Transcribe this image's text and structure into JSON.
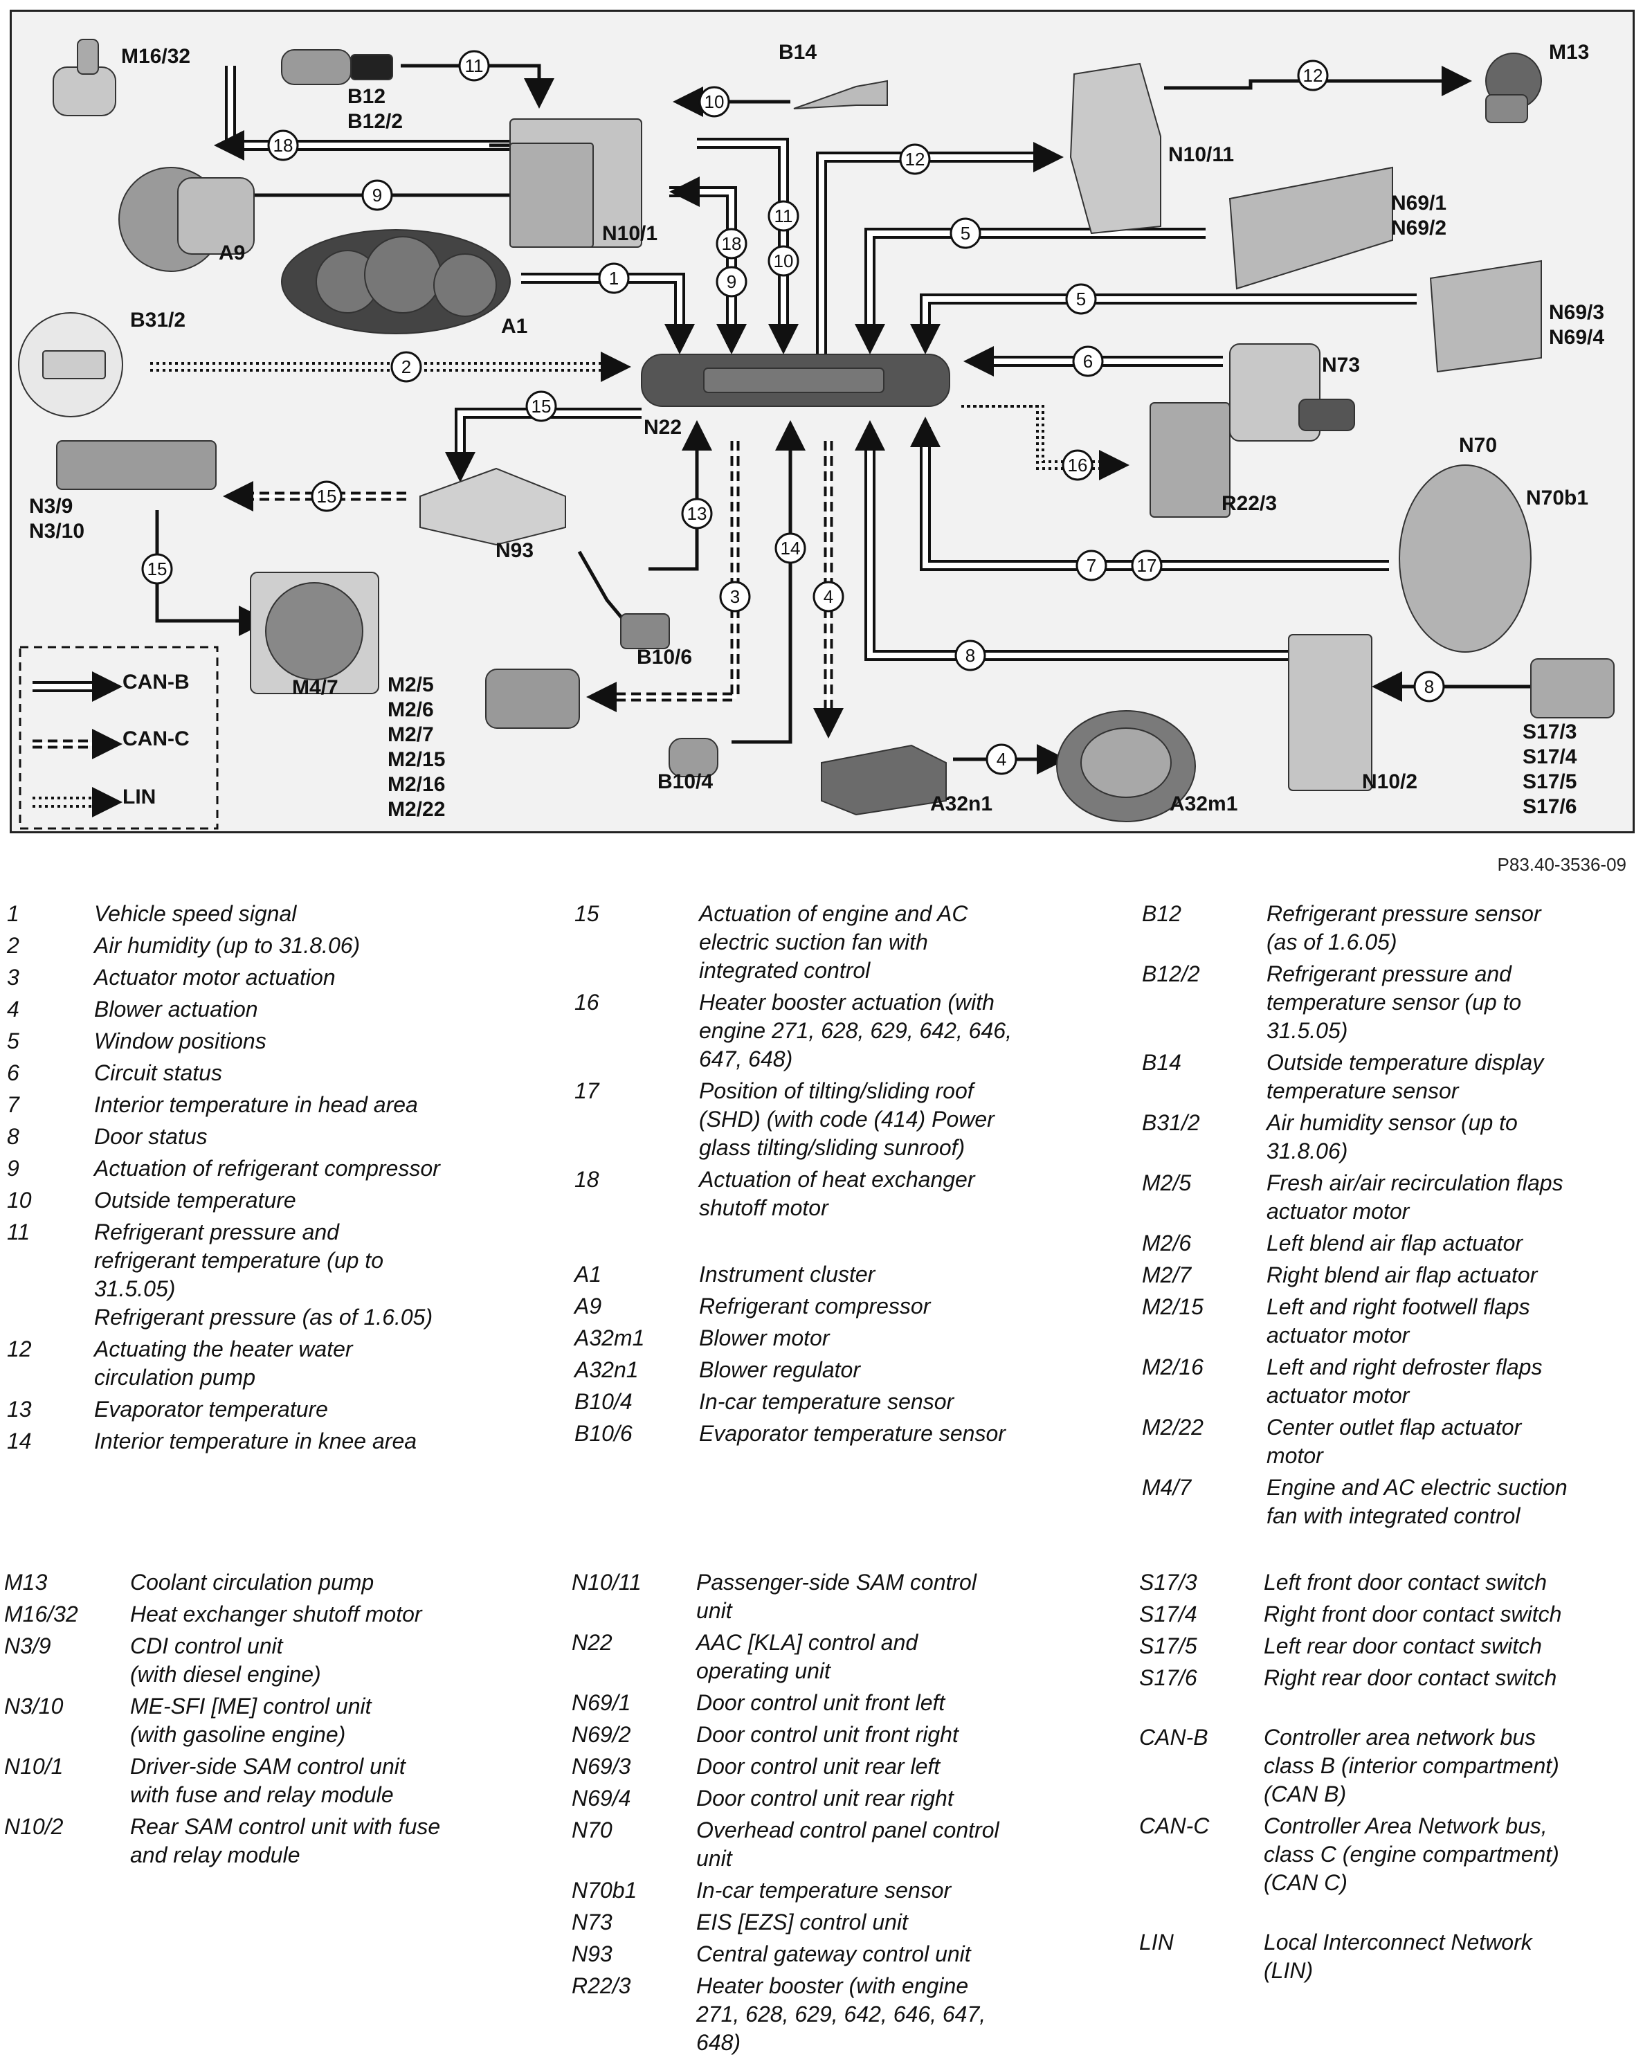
{
  "figure_code": "P83.40-3536-09",
  "components": {
    "M16_32": "M16/32",
    "B12": "B12\nB12/2",
    "B14": "B14",
    "M13": "M13",
    "N10_11": "N10/11",
    "A9": "A9",
    "N10_1": "N10/1",
    "N69_12": "N69/1\nN69/2",
    "N69_34": "N69/3\nN69/4",
    "A1": "A1",
    "B31_2": "B31/2",
    "N73": "N73",
    "N22": "N22",
    "N3_9": "N3/9\nN3/10",
    "N93": "N93",
    "N70": "N70",
    "N70b1": "N70b1",
    "R22_3": "R22/3",
    "M4_7": "M4/7",
    "B10_6": "B10/6",
    "M2_group": "M2/5\nM2/6\nM2/7\nM2/15\nM2/16\nM2/22",
    "B10_4": "B10/4",
    "A32n1": "A32n1",
    "A32m1": "A32m1",
    "N10_2": "N10/2",
    "S17_group": "S17/3\nS17/4\nS17/5\nS17/6"
  },
  "bus_legend": [
    {
      "label": "CAN-B"
    },
    {
      "label": "CAN-C"
    },
    {
      "label": "LIN"
    }
  ],
  "signal_numbers": [
    "1",
    "2",
    "3",
    "4",
    "5",
    "6",
    "7",
    "8",
    "9",
    "10",
    "11",
    "12",
    "13",
    "14",
    "15",
    "16",
    "17",
    "18"
  ],
  "legend": {
    "col1a": [
      {
        "code": "1",
        "desc": "Vehicle speed signal"
      },
      {
        "code": "2",
        "desc": "Air humidity (up to 31.8.06)"
      },
      {
        "code": "3",
        "desc": "Actuator motor actuation"
      },
      {
        "code": "4",
        "desc": "Blower actuation"
      },
      {
        "code": "5",
        "desc": "Window positions"
      },
      {
        "code": "6",
        "desc": "Circuit status"
      },
      {
        "code": "7",
        "desc": "Interior temperature in head area"
      },
      {
        "code": "8",
        "desc": "Door status"
      },
      {
        "code": "9",
        "desc": "Actuation of refrigerant compressor"
      },
      {
        "code": "10",
        "desc": "Outside temperature"
      },
      {
        "code": "11",
        "desc": "Refrigerant pressure and\nrefrigerant temperature (up to\n31.5.05)\nRefrigerant pressure (as of 1.6.05)"
      },
      {
        "code": "12",
        "desc": "Actuating the heater water\ncirculation pump"
      },
      {
        "code": "13",
        "desc": "Evaporator temperature"
      },
      {
        "code": "14",
        "desc": "Interior temperature in knee area"
      }
    ],
    "col2a": [
      {
        "code": "15",
        "desc": "Actuation of engine and AC\nelectric suction fan with\nintegrated control"
      },
      {
        "code": "16",
        "desc": "Heater booster actuation (with\nengine 271, 628, 629, 642, 646,\n647, 648)"
      },
      {
        "code": "17",
        "desc": "Position of tilting/sliding roof\n(SHD) (with code (414) Power\nglass tilting/sliding sunroof)"
      },
      {
        "code": "18",
        "desc": "Actuation of heat exchanger\nshutoff motor"
      },
      {
        "code": "A1",
        "desc": "Instrument cluster"
      },
      {
        "code": "A9",
        "desc": "Refrigerant compressor"
      },
      {
        "code": "A32m1",
        "desc": "Blower motor"
      },
      {
        "code": "A32n1",
        "desc": "Blower regulator"
      },
      {
        "code": "B10/4",
        "desc": "In-car temperature sensor"
      },
      {
        "code": "B10/6",
        "desc": "Evaporator temperature sensor"
      }
    ],
    "col3a": [
      {
        "code": "B12",
        "desc": "Refrigerant pressure sensor\n(as of 1.6.05)"
      },
      {
        "code": "B12/2",
        "desc": "Refrigerant pressure and\ntemperature sensor (up to\n31.5.05)"
      },
      {
        "code": "B14",
        "desc": "Outside temperature display\ntemperature sensor"
      },
      {
        "code": "B31/2",
        "desc": "Air humidity sensor (up to\n31.8.06)"
      },
      {
        "code": "M2/5",
        "desc": "Fresh air/air recirculation flaps\nactuator motor"
      },
      {
        "code": "M2/6",
        "desc": "Left blend air flap actuator"
      },
      {
        "code": "M2/7",
        "desc": "Right blend air flap actuator"
      },
      {
        "code": "M2/15",
        "desc": "Left and right footwell flaps\nactuator motor"
      },
      {
        "code": "M2/16",
        "desc": "Left and right defroster flaps\nactuator motor"
      },
      {
        "code": "M2/22",
        "desc": "Center outlet flap actuator\nmotor"
      },
      {
        "code": "M4/7",
        "desc": "Engine and AC electric suction\nfan with integrated control"
      }
    ],
    "col1b": [
      {
        "code": "M13",
        "desc": "Coolant circulation pump"
      },
      {
        "code": "M16/32",
        "desc": "Heat exchanger shutoff motor"
      },
      {
        "code": "N3/9",
        "desc": "CDI control unit\n(with diesel engine)"
      },
      {
        "code": "N3/10",
        "desc": "ME-SFI [ME] control unit\n(with gasoline engine)"
      },
      {
        "code": "N10/1",
        "desc": "Driver-side SAM control unit\nwith fuse and relay module"
      },
      {
        "code": "N10/2",
        "desc": "Rear SAM control unit with fuse\nand relay module"
      }
    ],
    "col2b": [
      {
        "code": "N10/11",
        "desc": "Passenger-side SAM control\nunit"
      },
      {
        "code": "N22",
        "desc": "AAC [KLA] control and\noperating unit"
      },
      {
        "code": "N69/1",
        "desc": "Door control unit front left"
      },
      {
        "code": "N69/2",
        "desc": "Door control unit front right"
      },
      {
        "code": "N69/3",
        "desc": "Door control unit rear left"
      },
      {
        "code": "N69/4",
        "desc": "Door control unit rear right"
      },
      {
        "code": "N70",
        "desc": "Overhead control panel control\nunit"
      },
      {
        "code": "N70b1",
        "desc": "In-car temperature sensor"
      },
      {
        "code": "N73",
        "desc": "EIS [EZS] control unit"
      },
      {
        "code": "N93",
        "desc": "Central gateway control unit"
      },
      {
        "code": "R22/3",
        "desc": "Heater booster (with engine\n271, 628, 629, 642, 646, 647,\n648)"
      }
    ],
    "col3b": [
      {
        "code": "S17/3",
        "desc": "Left front door contact switch"
      },
      {
        "code": "S17/4",
        "desc": "Right front door contact switch"
      },
      {
        "code": "S17/5",
        "desc": "Left rear door contact switch"
      },
      {
        "code": "S17/6",
        "desc": "Right rear door contact switch"
      },
      {
        "code": "CAN-B",
        "desc": "Controller area network bus\nclass B (interior compartment)\n(CAN B)"
      },
      {
        "code": "CAN-C",
        "desc": "Controller Area Network bus,\nclass C (engine compartment)\n(CAN C)"
      },
      {
        "code": "LIN",
        "desc": "Local Interconnect Network\n(LIN)"
      }
    ]
  }
}
